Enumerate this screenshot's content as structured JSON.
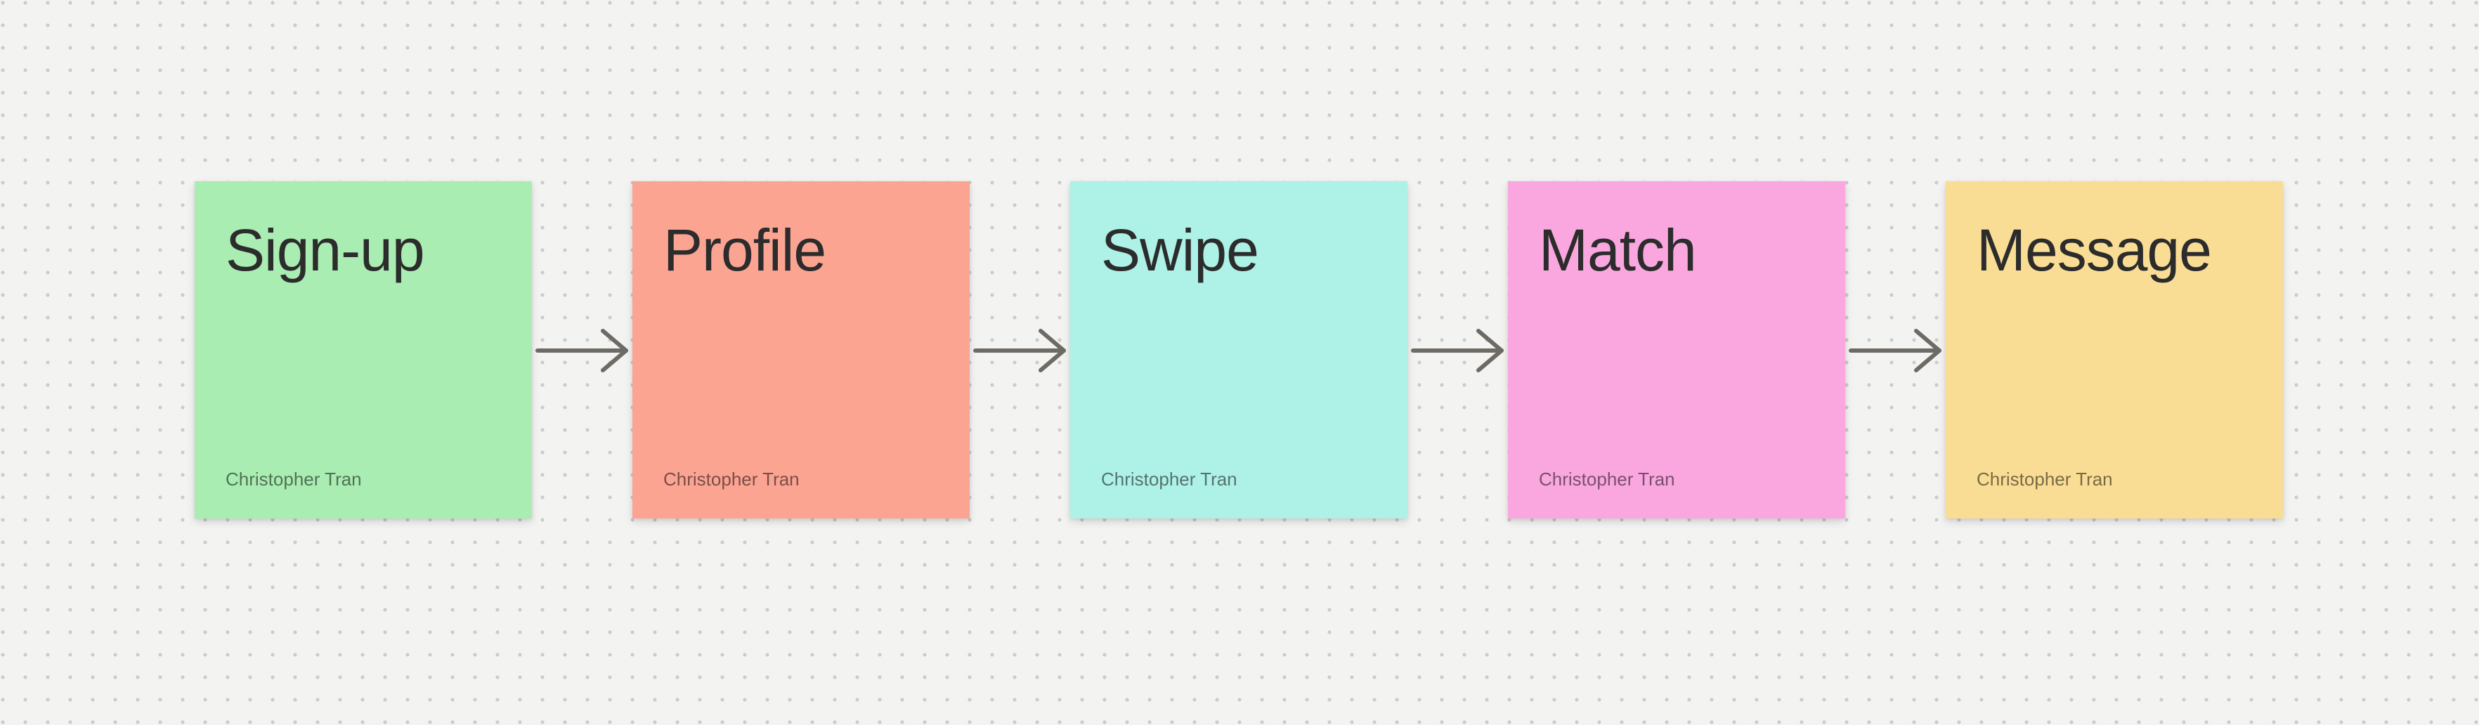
{
  "canvas": {
    "background_color": "#F3F3F2",
    "dot_color": "#CBCBCB"
  },
  "flow": {
    "arrow_color": "#6E6A64",
    "steps": [
      {
        "label": "Sign-up",
        "author": "Christopher Tran",
        "color": "#A9EDB2"
      },
      {
        "label": "Profile",
        "author": "Christopher Tran",
        "color": "#FCA492"
      },
      {
        "label": "Swipe",
        "author": "Christopher Tran",
        "color": "#AEF1E6"
      },
      {
        "label": "Match",
        "author": "Christopher Tran",
        "color": "#FAA7E0"
      },
      {
        "label": "Message",
        "author": "Christopher Tran",
        "color": "#FADD94"
      }
    ],
    "connectors": [
      {
        "from": "Sign-up",
        "to": "Profile"
      },
      {
        "from": "Profile",
        "to": "Swipe"
      },
      {
        "from": "Swipe",
        "to": "Match"
      },
      {
        "from": "Match",
        "to": "Message"
      }
    ]
  }
}
